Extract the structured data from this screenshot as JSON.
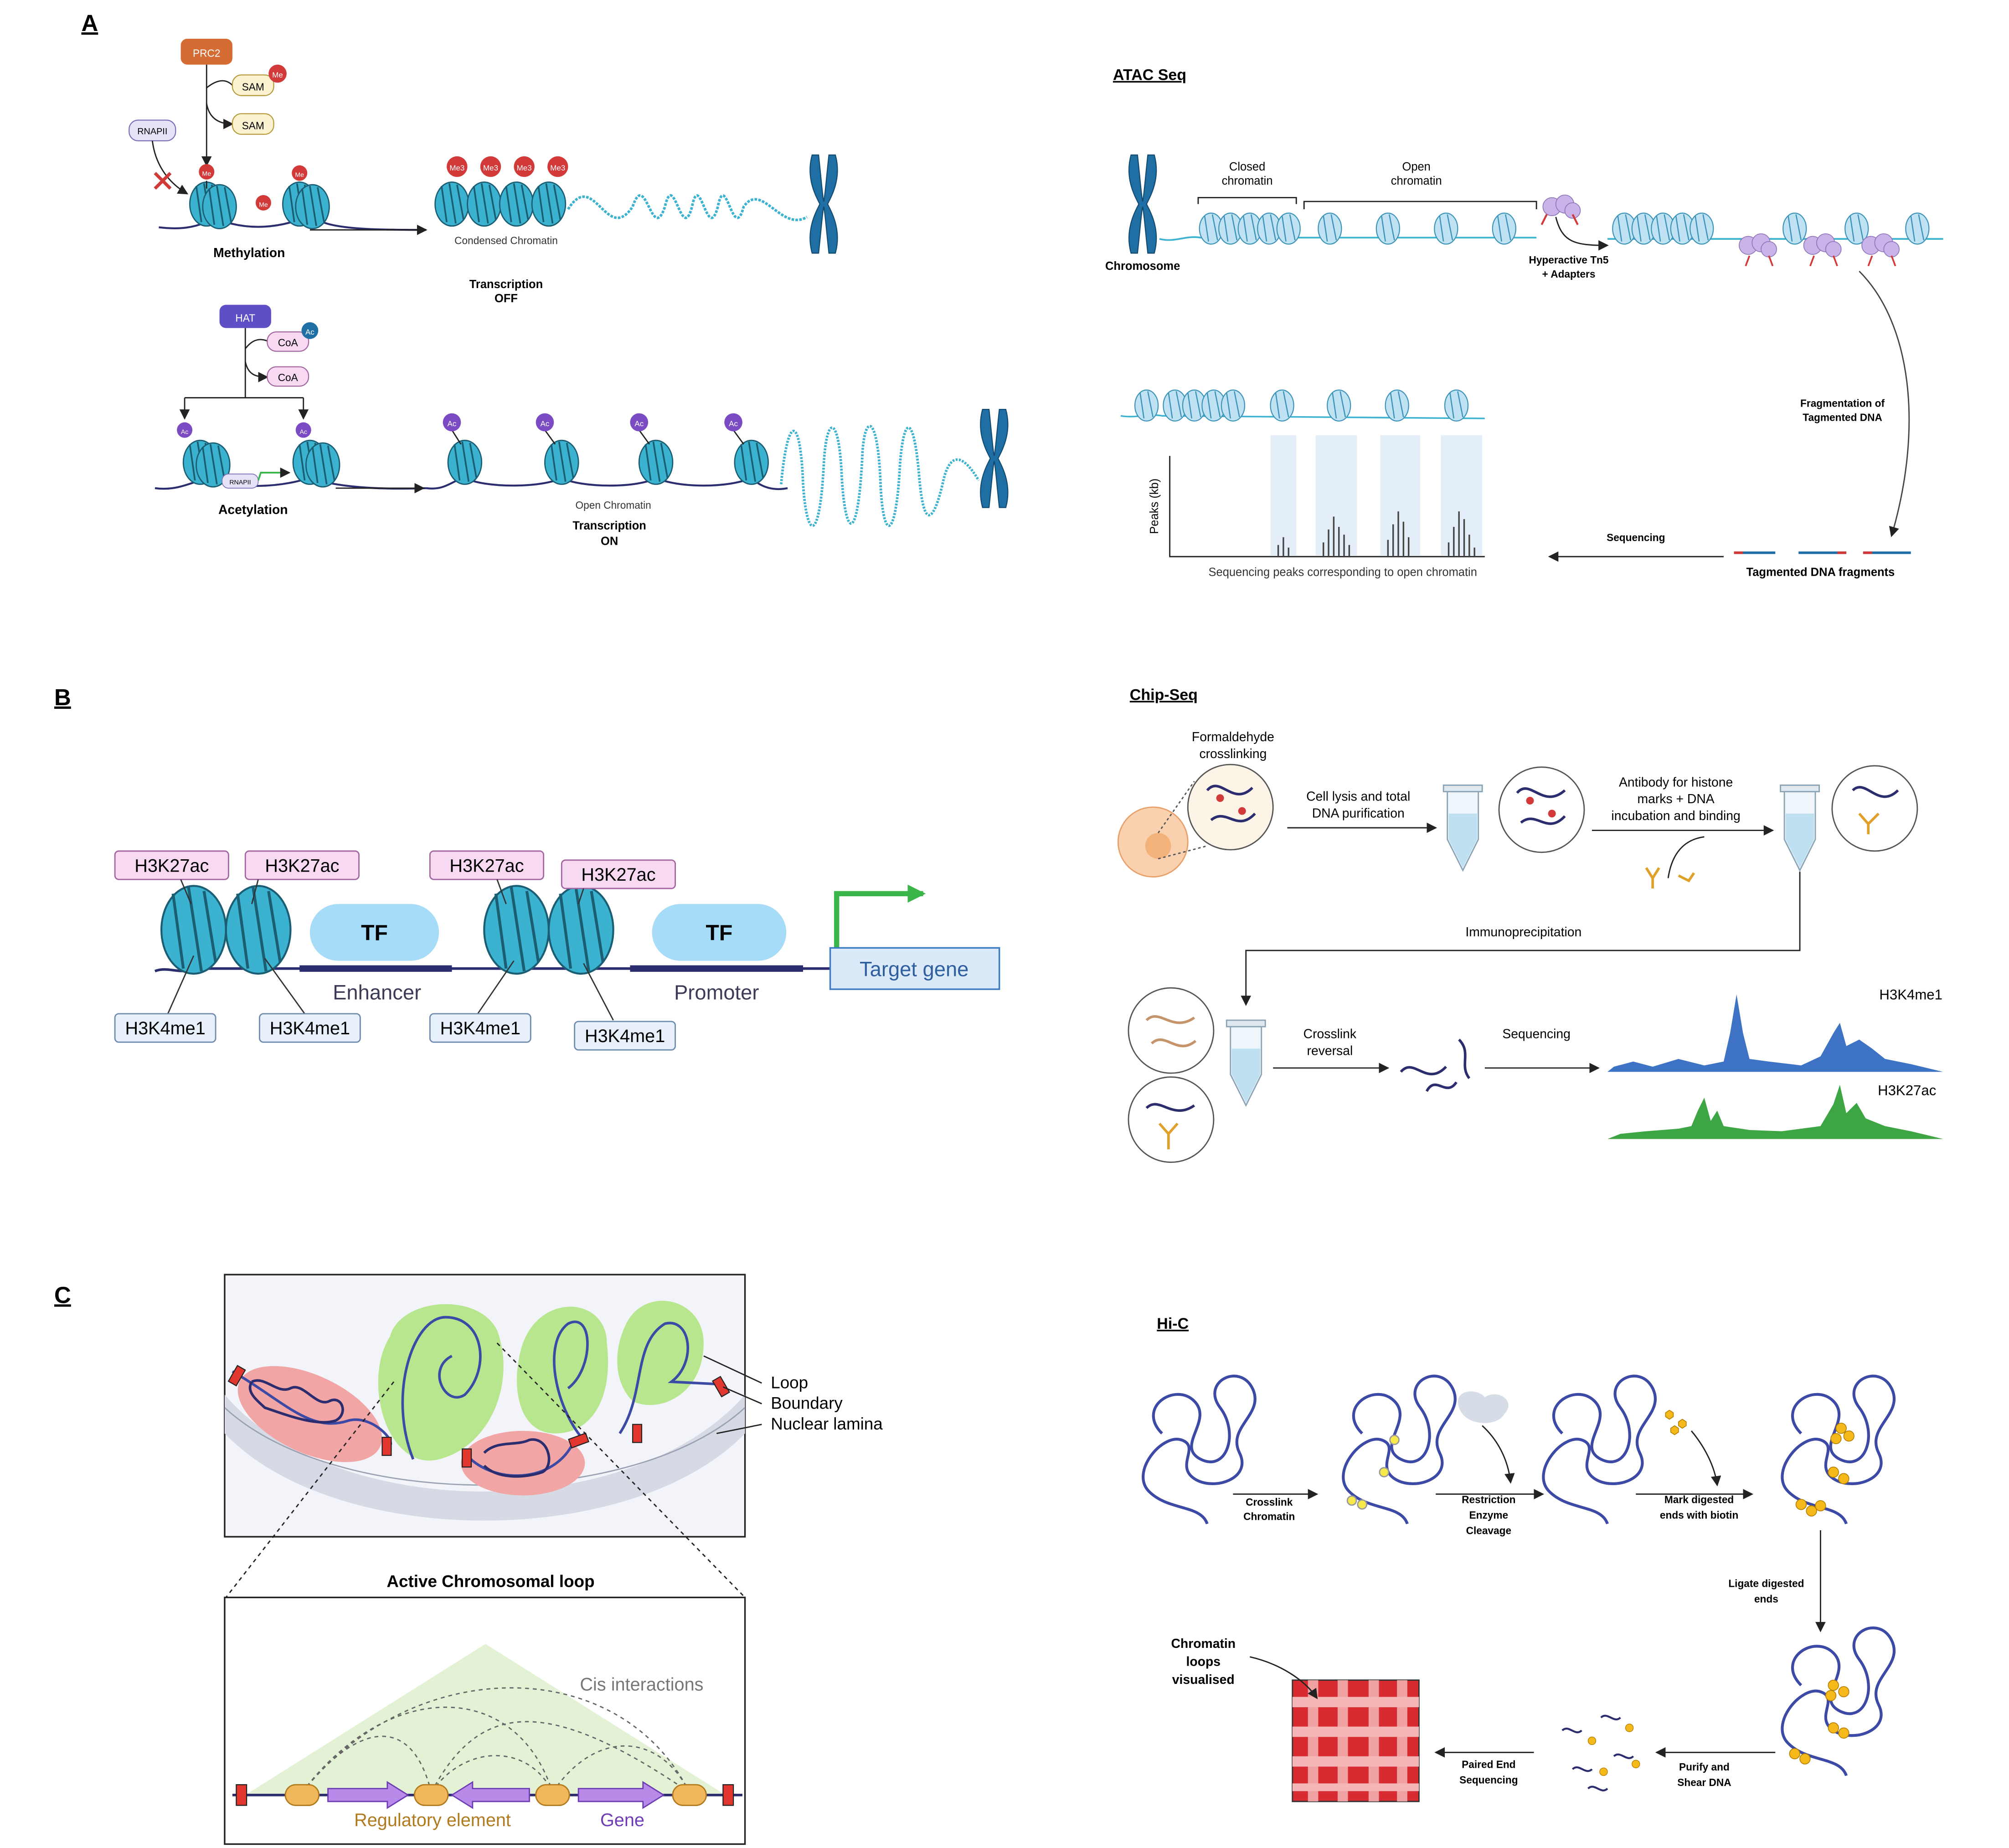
{
  "panels": {
    "a": "A",
    "b": "B",
    "c": "C"
  },
  "colors": {
    "nucleosome": "#3bb2cf",
    "nucleosome_dark": "#1b5e74",
    "dna": "#2b2d6e",
    "methyl": "#d23a3a",
    "acetyl": "#7b4bc4",
    "chromosome": "#1f6fa5",
    "enzyme_purple": "#c9b3e8",
    "green_arrow": "#3ab54a",
    "tf_fill": "#a6dcf7",
    "mark_pink": "#f7d9f2",
    "mark_blue": "#e8f1fb",
    "gene_box": "#dbeaf8",
    "peak_blue": "#3d72c4",
    "peak_green": "#3ea544",
    "hic_red": "#d72a31",
    "hic_pink": "#f4b6b6",
    "tad_green": "#b8e68f",
    "tad_red": "#f2a5a5",
    "boundary": "#e2372f",
    "regulatory": "#f0b85b",
    "gene": "#b98be8"
  },
  "panel_a": {
    "prc2": "PRC2",
    "sam1": "SAM",
    "sam2": "SAM",
    "me": "Me",
    "rnapii": "RNAPII",
    "me3": "Me3",
    "methylation": "Methylation",
    "condensed": "Condensed Chromatin",
    "transcription_off_1": "Transcription",
    "transcription_off_2": "OFF",
    "hat": "HAT",
    "coa1": "CoA",
    "coa2": "CoA",
    "ac": "Ac",
    "rnapii_small": "RNAPII",
    "acetylation": "Acetylation",
    "open": "Open Chromatin",
    "transcription_on_1": "Transcription",
    "transcription_on_2": "ON"
  },
  "atac": {
    "title": "ATAC Seq",
    "closed_1": "Closed",
    "closed_2": "chromatin",
    "open_1": "Open",
    "open_2": "chromatin",
    "chromosome": "Chromosome",
    "tn5_1": "Hyperactive Tn5",
    "tn5_2": "+ Adapters",
    "frag_1": "Fragmentation of",
    "frag_2": "Tagmented DNA",
    "y_axis": "Peaks (kb)",
    "peaks_caption": "Sequencing peaks corresponding to open chromatin",
    "sequencing": "Sequencing",
    "fragments": "Tagmented DNA fragments"
  },
  "panel_b": {
    "h3k27ac": "H3K27ac",
    "h3k4me1": "H3K4me1",
    "tf": "TF",
    "enhancer": "Enhancer",
    "promoter": "Promoter",
    "target_gene": "Target gene"
  },
  "chip": {
    "title": "Chip-Seq",
    "crosslink_1": "Formaldehyde",
    "crosslink_2": "crosslinking",
    "lysis_1": "Cell lysis and total",
    "lysis_2": "DNA purification",
    "antibody_1": "Antibody for histone",
    "antibody_2": "marks + DNA",
    "antibody_3": "incubation and binding",
    "ip": "Immunoprecipitation",
    "reversal_1": "Crosslink",
    "reversal_2": "reversal",
    "sequencing": "Sequencing",
    "track1": "H3K4me1",
    "track2": "H3K27ac"
  },
  "panel_c": {
    "loop": "Loop",
    "boundary": "Boundary",
    "lamina": "Nuclear lamina",
    "active_title": "Active Chromosomal loop",
    "cis": "Cis interactions",
    "regulatory": "Regulatory element",
    "gene": "Gene"
  },
  "hic": {
    "title": "Hi-C",
    "crosslink_1": "Crosslink",
    "crosslink_2": "Chromatin",
    "restriction_1": "Restriction",
    "restriction_2": "Enzyme",
    "restriction_3": "Cleavage",
    "biotin_1": "Mark digested",
    "biotin_2": "ends with biotin",
    "ligate_1": "Ligate digested",
    "ligate_2": "ends",
    "purify_1": "Purify and",
    "purify_2": "Shear DNA",
    "paired_1": "Paired End",
    "paired_2": "Sequencing",
    "loops_1": "Chromatin",
    "loops_2": "loops",
    "loops_3": "visualised"
  }
}
